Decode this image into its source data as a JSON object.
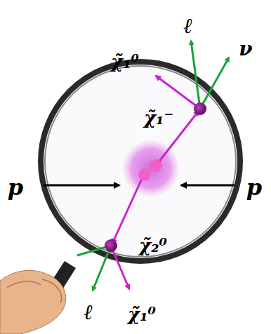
{
  "diagram": {
    "labels": [
      "ℓ",
      "χ̃₁⁰",
      "ν",
      "χ̃₁⁻",
      "p",
      "p",
      "χ̃₂⁰",
      "ℓ",
      "χ̃₁⁰"
    ]
  }
}
